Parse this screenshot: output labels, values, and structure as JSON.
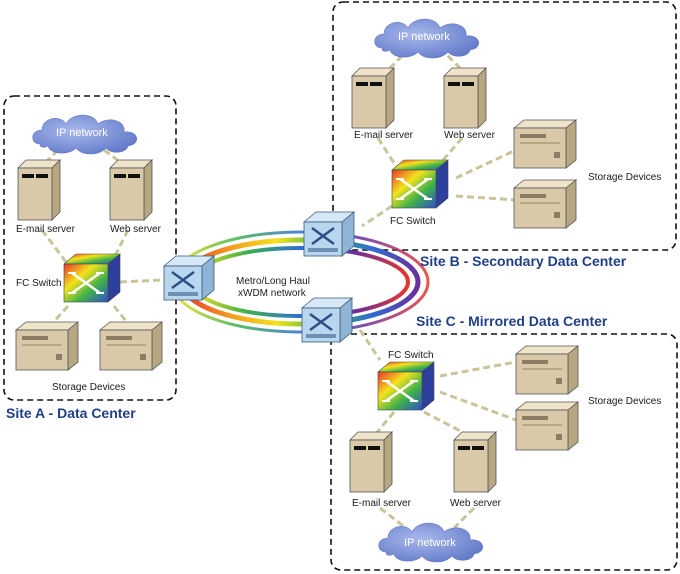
{
  "colors": {
    "site_title": "#1f3f86",
    "cloud": "#6f86cf",
    "cloud_text": "#ffffff",
    "dashed_link": "#c9c49a",
    "box_border": "#111111",
    "optical_switch": "#b9d6ef",
    "server_body": "#d9c9a9"
  },
  "sites": {
    "a": {
      "title": "Site A - Data Center",
      "ip_network": "IP network",
      "email_server": "E-mail server",
      "web_server": "Web server",
      "fc_switch": "FC Switch",
      "storage": "Storage Devices"
    },
    "b": {
      "title": "Site B - Secondary Data Center",
      "ip_network": "IP network",
      "email_server": "E-mail server",
      "web_server": "Web server",
      "fc_switch": "FC Switch",
      "storage": "Storage Devices"
    },
    "c": {
      "title": "Site C - Mirrored Data Center",
      "ip_network": "IP network",
      "email_server": "E-mail server",
      "web_server": "Web server",
      "fc_switch": "FC Switch",
      "storage": "Storage Devices"
    }
  },
  "network": {
    "line1": "Metro/Long Haul",
    "line2": "xWDM network"
  },
  "icons": [
    "cloud-icon",
    "server-icon",
    "storage-device-icon",
    "fc-switch-icon",
    "optical-switch-icon"
  ]
}
